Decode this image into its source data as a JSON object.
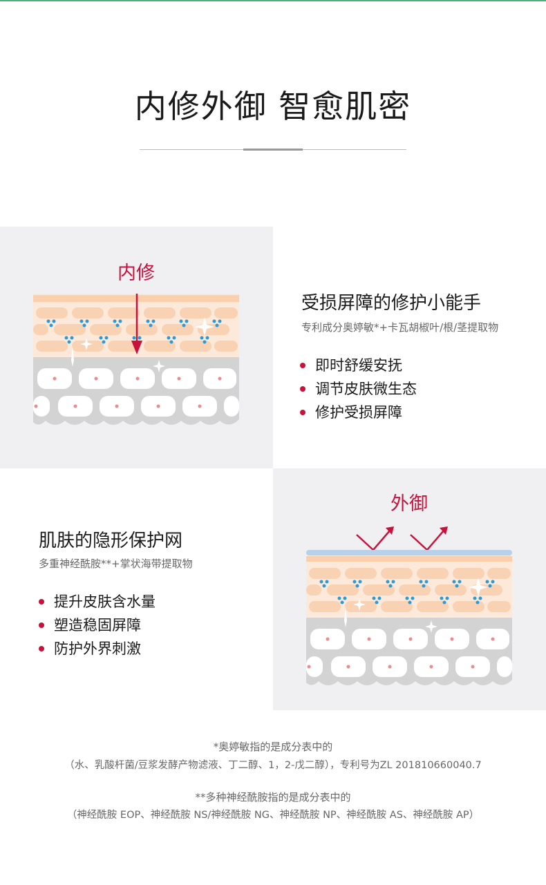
{
  "header": {
    "title": "内修外御 智愈肌密"
  },
  "inner": {
    "label": "内修",
    "title": "受损屏障的修护小能手",
    "subtitle": "专利成分奥婷敏*+卡瓦胡椒叶/根/茎提取物",
    "bullets": [
      "即时舒缓安抚",
      "调节皮肤微生态",
      "修护受损屏障"
    ]
  },
  "outer": {
    "label": "外御",
    "title": "肌肤的隐形保护网",
    "subtitle": "多重神经酰胺**+掌状海带提取物",
    "bullets": [
      "提升皮肤含水量",
      "塑造稳固屏障",
      "防护外界刺激"
    ]
  },
  "footnotes": {
    "note1_title": "*奥婷敏指的是成分表中的",
    "note1_body": "（水、乳酸杆菌/豆浆发酵产物滤液、丁二醇、1，2-戊二醇），专利号为ZL 201810660040.7",
    "note2_title": "**多种神经酰胺指的是成分表中的",
    "note2_body": "（神经酰胺 EOP、神经酰胺 NS/神经酰胺 NG、神经酰胺 NP、神经酰胺 AS、神经酰胺 AP）"
  },
  "colors": {
    "accent": "#c8123c",
    "panel": "#f0eff2",
    "skin_peach": "#f9d2b4",
    "skin_grey": "#d3d3d3",
    "shield_blue": "#b7d1e8",
    "droplet_blue": "#2b9bd6"
  }
}
